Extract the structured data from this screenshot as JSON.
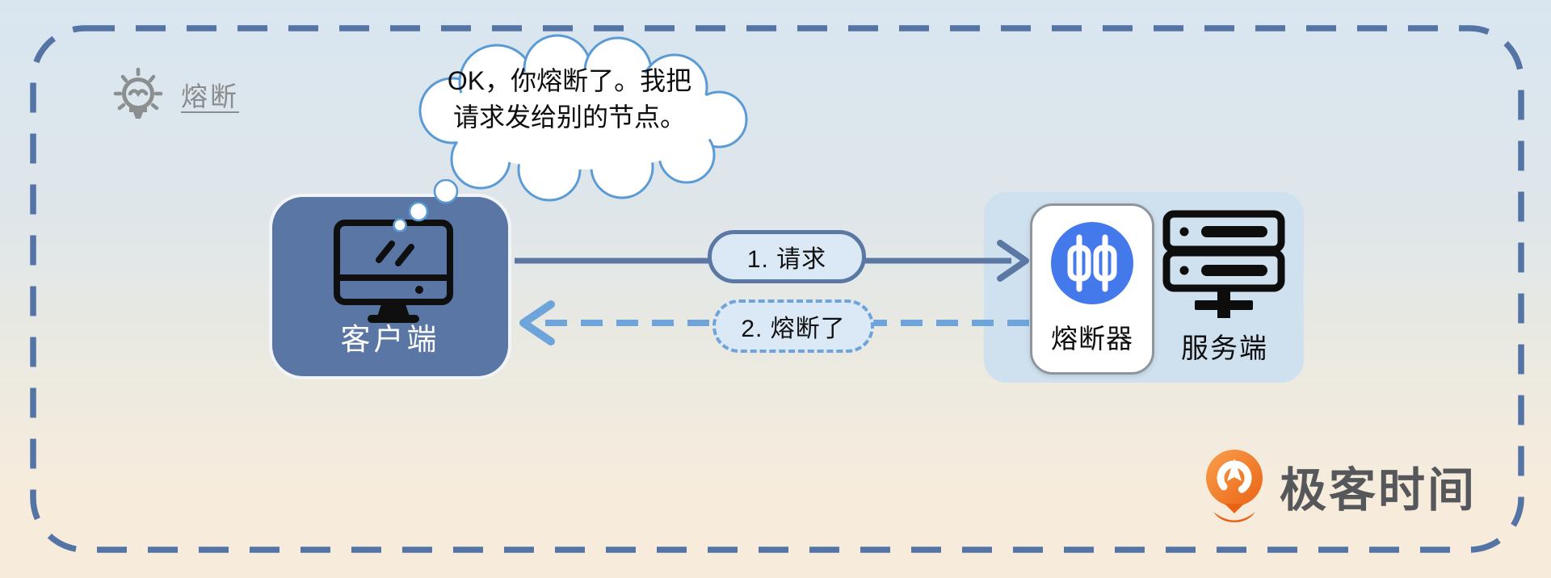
{
  "annotation": {
    "label": "熔断",
    "icon": "lightbulb-icon"
  },
  "thought_bubble": {
    "line1": "OK，你熔断了。我把",
    "line2": "请求发给别的节点。"
  },
  "client": {
    "label": "客户端",
    "icon": "desktop-computer-icon"
  },
  "flows": [
    {
      "label": "1. 请求",
      "style": "solid",
      "direction": "client-to-server"
    },
    {
      "label": "2. 熔断了",
      "style": "dashed",
      "direction": "server-to-client"
    }
  ],
  "server_group": {
    "breaker_label": "熔断器",
    "breaker_icon": "fuse-circuit-breaker-icon",
    "server_label": "服务端",
    "server_icon": "server-rack-icon"
  },
  "brand": {
    "name": "极客时间",
    "icon": "geektime-logo-icon"
  },
  "colors": {
    "frame_dash": "#5474a6",
    "background_top": "#d9e6f0",
    "background_bottom": "#f7ecdc",
    "client_fill": "#5a76a5",
    "cloud_stroke": "#5b9bd5",
    "request_arrow": "#5b77a3",
    "breaker_arrow": "#6fa4da",
    "pill_fill": "#dae9f5",
    "server_group_fill": "#cfe1ef",
    "fuse_circle": "#4479ec",
    "brand_orange": "#ec6a1a",
    "brand_text": "#56575b",
    "annotation_gray": "#8a8d8f"
  }
}
